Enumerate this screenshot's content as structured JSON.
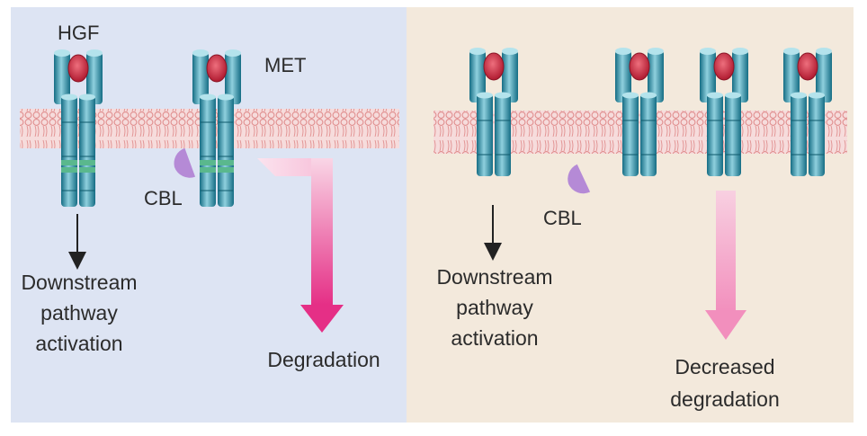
{
  "colors": {
    "left_panel_bg": "#dde4f3",
    "right_panel_bg": "#f3e9dc",
    "membrane": "#e9a3a3",
    "receptor_dark": "#1c7f97",
    "receptor_light": "#8fd0de",
    "hgf_ligand": "#c8243c",
    "cbl": "#b58ad6",
    "degradation_arrow_start": "#f8cfe1",
    "degradation_arrow_end": "#e52f86",
    "decreased_arrow": "#f4a6c8",
    "green_band": "#5ab88d"
  },
  "left_panel": {
    "hgf_label": "HGF",
    "met_label": "MET",
    "cbl_label": "CBL",
    "downstream_label": [
      "Downstream",
      "pathway",
      "activation"
    ],
    "degradation_label": "Degradation"
  },
  "right_panel": {
    "cbl_label": "CBL",
    "downstream_label": [
      "Downstream",
      "pathway",
      "activation"
    ],
    "decreased_label": [
      "Decreased",
      "degradation"
    ]
  }
}
